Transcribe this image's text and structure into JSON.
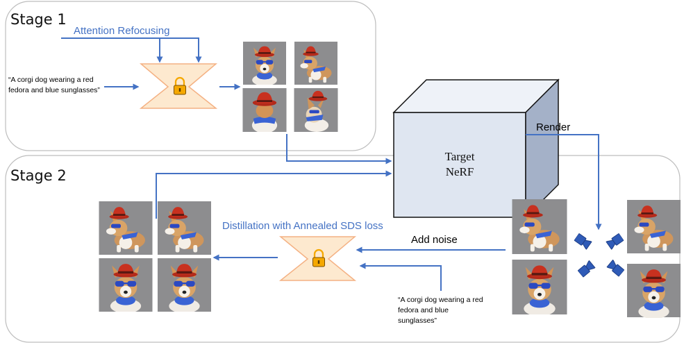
{
  "stage1": {
    "title": "Stage 1",
    "attention_label": "Attention Refocusing",
    "prompt": "“A corgi dog wearing a red fedora and blue sunglasses”",
    "views": [
      "front",
      "side",
      "back",
      "three-quarter"
    ]
  },
  "stage2": {
    "title": "Stage 2",
    "distillation_label": "Distillation with Annealed SDS loss",
    "add_noise_label": "Add noise",
    "prompt": "“A corgi dog wearing a red fedora and blue sunglasses”",
    "output_views": [
      "side",
      "side",
      "front",
      "front"
    ],
    "rendered_views": [
      "side",
      "side",
      "front",
      "front"
    ]
  },
  "nerf": {
    "label_line1": "Target",
    "label_line2": "NeRF"
  },
  "render_label": "Render",
  "icons": {
    "lock": "padlock-icon",
    "camera": "camera-icon"
  },
  "colors": {
    "arrow": "#4472c4",
    "model_fill": "#fde9cf",
    "model_stroke": "#f4b183",
    "lock": "#f5a800",
    "cube_front": "#dfe6f1",
    "cube_top": "#eef2f8",
    "cube_side": "#a4b1c8",
    "hat": "#c8311f",
    "glasses": "#2b49c2"
  }
}
